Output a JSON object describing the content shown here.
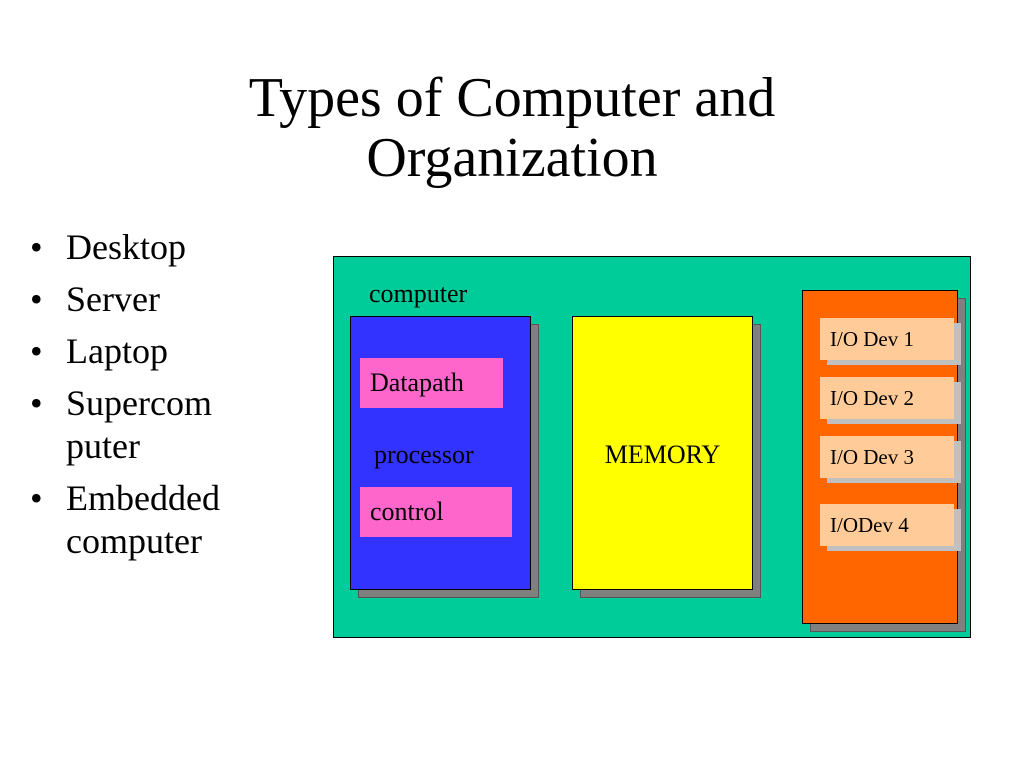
{
  "slide": {
    "title_line1": "Types of Computer and",
    "title_line2": "Organization"
  },
  "bullets": {
    "marker": "•",
    "items": [
      {
        "line1": "Desktop"
      },
      {
        "line1": "Server"
      },
      {
        "line1": "Laptop"
      },
      {
        "line1": "Supercom",
        "line2": "puter"
      },
      {
        "line1": "Embedded",
        "line2": "computer"
      }
    ]
  },
  "diagram": {
    "computer_label": "computer",
    "processor": {
      "label": "processor",
      "datapath": "Datapath",
      "control": "control"
    },
    "memory": {
      "label": "MEMORY"
    },
    "io_devices": [
      "I/O Dev 1",
      "I/O Dev 2",
      "I/O Dev 3",
      "I/ODev 4"
    ],
    "colors": {
      "background": "#00cc99",
      "processor": "#3333ff",
      "memory": "#ffff00",
      "io_panel": "#ff6600",
      "pink_units": "#ff66cc",
      "io_devices": "#ffcc99",
      "shadow": "#808080"
    }
  }
}
